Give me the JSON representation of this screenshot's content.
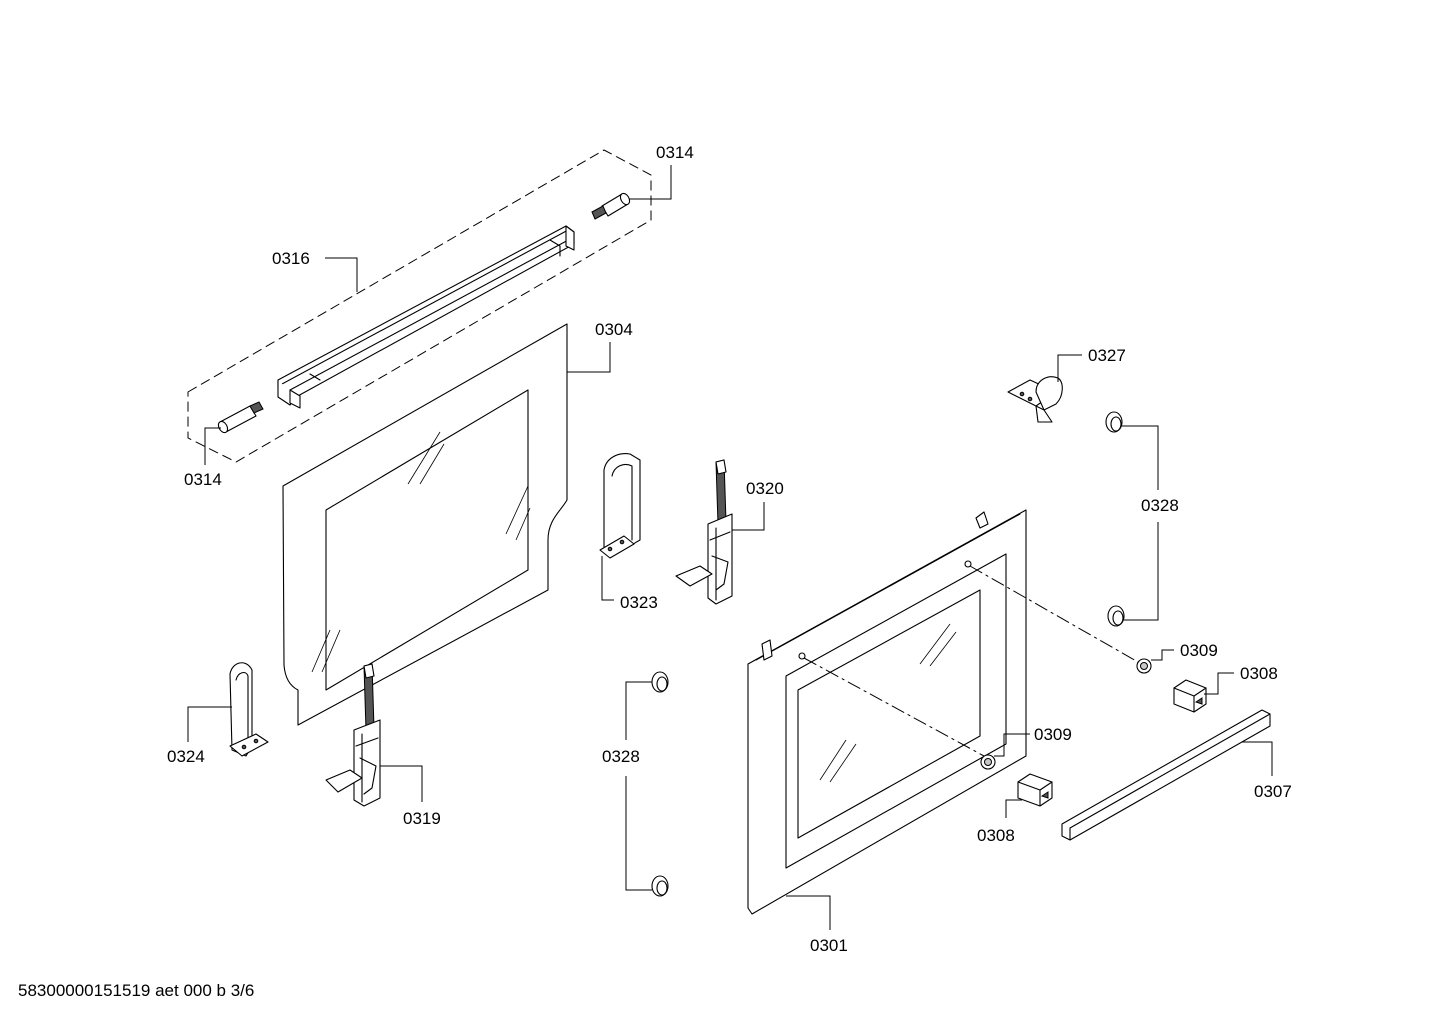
{
  "labels": {
    "l0314_top": "0314",
    "l0316": "0316",
    "l0304": "0304",
    "l0327": "0327",
    "l0314_bottom": "0314",
    "l0320": "0320",
    "l0328_right": "0328",
    "l0323": "0323",
    "l0309_right": "0309",
    "l0308_right": "0308",
    "l0324": "0324",
    "l0328_left": "0328",
    "l0309_center": "0309",
    "l0307": "0307",
    "l0319": "0319",
    "l0308_center": "0308",
    "l0301": "0301"
  },
  "footer": {
    "text": "58300000151519 aet 000 b 3/6"
  }
}
